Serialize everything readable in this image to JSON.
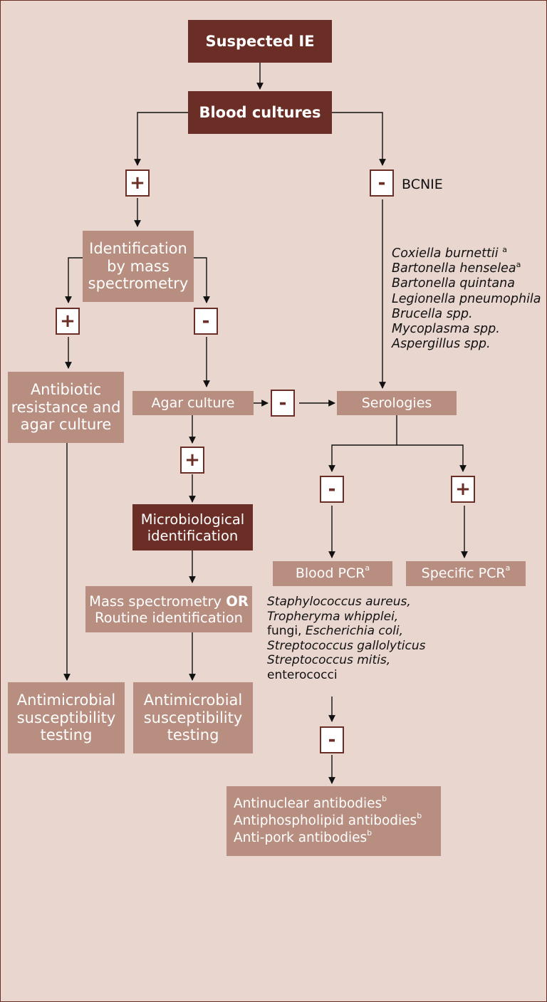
{
  "nodes": {
    "suspected_ie": "Suspected IE",
    "blood_cultures": "Blood cultures",
    "identification": [
      "Identification",
      "by mass",
      "spectrometry"
    ],
    "antibiotic_resistance": [
      "Antibiotic",
      "resistance and",
      "agar culture"
    ],
    "agar_culture": "Agar culture",
    "microbiological_id": [
      "Microbiological",
      "identification"
    ],
    "mass_spec_or": {
      "line1": "Mass spectrometry",
      "or": "OR",
      "line2": "Routine identification"
    },
    "ast_left": [
      "Antimicrobial",
      "susceptibility",
      "testing"
    ],
    "ast_middle": [
      "Antimicrobial",
      "susceptibility",
      "testing"
    ],
    "serologies": "Serologies",
    "blood_pcr": "Blood PCR",
    "specific_pcr": "Specific PCR",
    "autoantibodies": [
      "Antinuclear antibodies",
      "Antiphospholipid antibodies",
      "Anti-pork antibodies"
    ]
  },
  "signs": {
    "plus": "+",
    "minus": "-"
  },
  "labels": {
    "bcnie": "BCNIE",
    "footnote_a": "a",
    "footnote_b": "b"
  },
  "bcnie_organisms": [
    "Coxiella burnettii",
    "Bartonella henselea",
    "Bartonella quintana",
    "Legionella pneumophila",
    "Brucella spp.",
    "Mycoplasma spp.",
    "Aspergillus spp."
  ],
  "pcr_organisms": [
    "Staphylococcus aureus,",
    "Tropheryma whipplei,",
    "fungi, ",
    "Escherichia coli,",
    "Streptococcus gallolyticus",
    "Streptococcus mitis,",
    "enterococci"
  ],
  "colors": {
    "dark_box": "#6b2e26",
    "light_box": "#b88e80",
    "background": "#e8d6cf"
  }
}
